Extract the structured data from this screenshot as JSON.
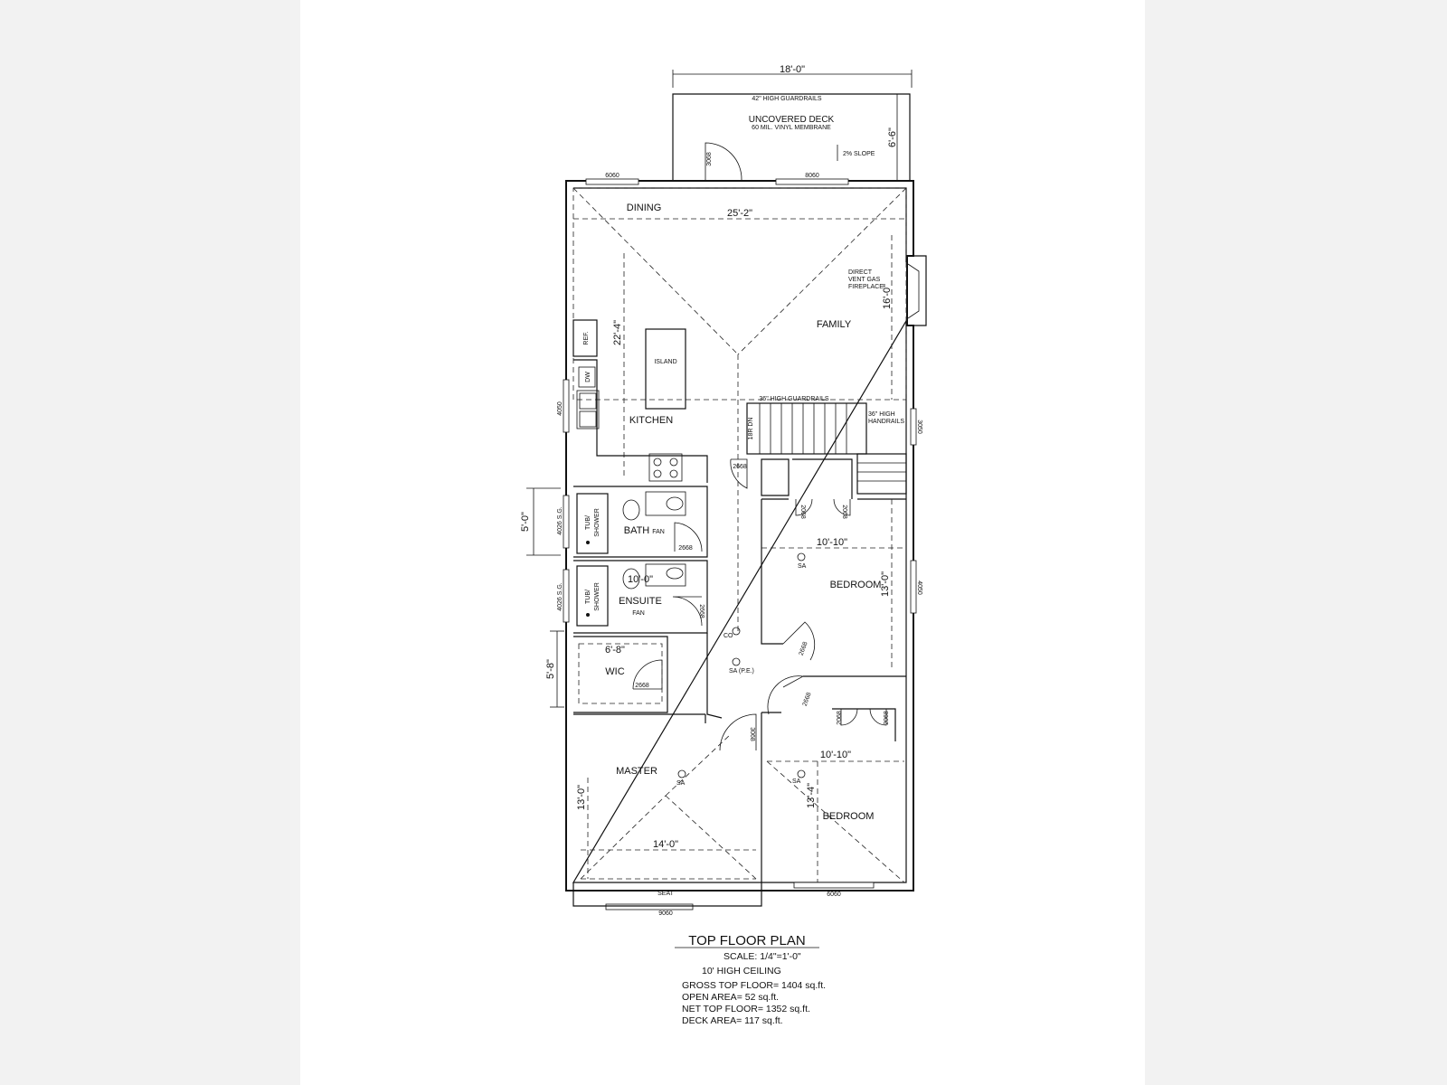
{
  "plan": {
    "rooms": {
      "deck": "UNCOVERED DECK",
      "deck_membrane": "60 MIL. VINYL MEMBRANE",
      "deck_guardrails": "42\" HIGH GUARDRAILS",
      "deck_slope": "2% SLOPE",
      "dining": "DINING",
      "family": "FAMILY",
      "kitchen": "KITCHEN",
      "island": "ISLAND",
      "ref": "REF.",
      "dw": "DW",
      "fireplace_1": "DIRECT",
      "fireplace_2": "VENT GAS",
      "fireplace_3": "FIREPLACE",
      "guardrails": "36\" HIGH GUARDRAILS",
      "handrails_1": "36\" HIGH",
      "handrails_2": "HANDRAILS",
      "stair": "18R DN",
      "bath": "BATH",
      "ensuite": "ENSUITE",
      "wic": "WIC",
      "master": "MASTER",
      "bedroom_1": "BEDROOM",
      "bedroom_2": "BEDROOM",
      "tub_1": "TUB/",
      "tub_2": "SHOWER",
      "fan": "FAN",
      "seat": "SEAT",
      "sa": "SA",
      "sa_pe": "SA (P.E.)",
      "co": "CO"
    },
    "dimensions": {
      "deck_width": "18'-0\"",
      "deck_depth": "6'-6\"",
      "dining_width": "25'-2\"",
      "kitchen_depth": "22'-4\"",
      "family_depth": "16'-0\"",
      "bath_depth": "5'-0\"",
      "ensuite_width": "10'-0\"",
      "wic_width": "6'-8\"",
      "wic_depth": "5'-8\"",
      "bedroom1_width": "10'-10\"",
      "bedroom1_depth": "13'-0\"",
      "bedroom2_width": "10'-10\"",
      "bedroom2_depth": "13'-4\"",
      "master_width": "14'-0\"",
      "master_depth": "13'-0\""
    },
    "openings": {
      "w_6060_a": "6060",
      "w_8060": "8060",
      "d_3068_deck": "3068",
      "w_4050_kitchen": "4050",
      "w_3050": "3050",
      "w_4026_bath": "4026 S.G.",
      "w_4026_ensuite": "4026 S.G.",
      "w_4050_bed": "4050",
      "d_2668_a": "2668",
      "d_2668_bath": "2668",
      "d_2668_ens": "2668",
      "d_2668_wic": "2668",
      "d_2668_bed1": "2668",
      "d_2668_bed2": "2668",
      "d_2068_a": "2068",
      "d_2068_b": "2068",
      "d_2068_c": "2068",
      "d_2068_d": "2068",
      "d_3068_master": "3068",
      "w_6060_b": "6060",
      "w_9060": "9060"
    }
  },
  "title_block": {
    "title": "TOP FLOOR PLAN",
    "scale": "SCALE: 1/4\"=1'-0\"",
    "ceiling": "10' HIGH CEILING",
    "gross": "GROSS TOP FLOOR= 1404 sq.ft.",
    "open": "OPEN AREA= 52 sq.ft.",
    "net": "NET TOP FLOOR= 1352 sq.ft.",
    "deck": "DECK AREA= 117 sq.ft."
  }
}
